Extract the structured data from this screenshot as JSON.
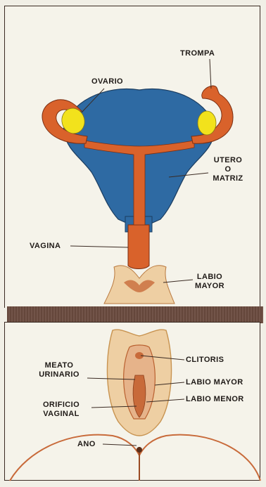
{
  "colors": {
    "uterus_blue": "#2e6aa3",
    "tube_orange": "#d9622b",
    "ovary_yellow": "#f2e21c",
    "skin": "#eecfa3",
    "flesh": "#c86a3a",
    "divider_brown": "#6b4b3f"
  },
  "top_labels": {
    "trompa": "TROMPA",
    "ovario": "OVARIO",
    "utero_1": "UTERO",
    "utero_2": "O",
    "utero_3": "MATRIZ",
    "vagina": "VAGINA",
    "labio_mayor_1": "LABIO",
    "labio_mayor_2": "MAYOR"
  },
  "bottom_labels": {
    "meato_1": "MEATO",
    "meato_2": "URINARIO",
    "clitoris": "CLITORIS",
    "labio_mayor": "LABIO MAYOR",
    "labio_menor": "LABIO MENOR",
    "orificio_1": "ORIFICIO",
    "orificio_2": "VAGINAL",
    "ano": "ANO"
  }
}
